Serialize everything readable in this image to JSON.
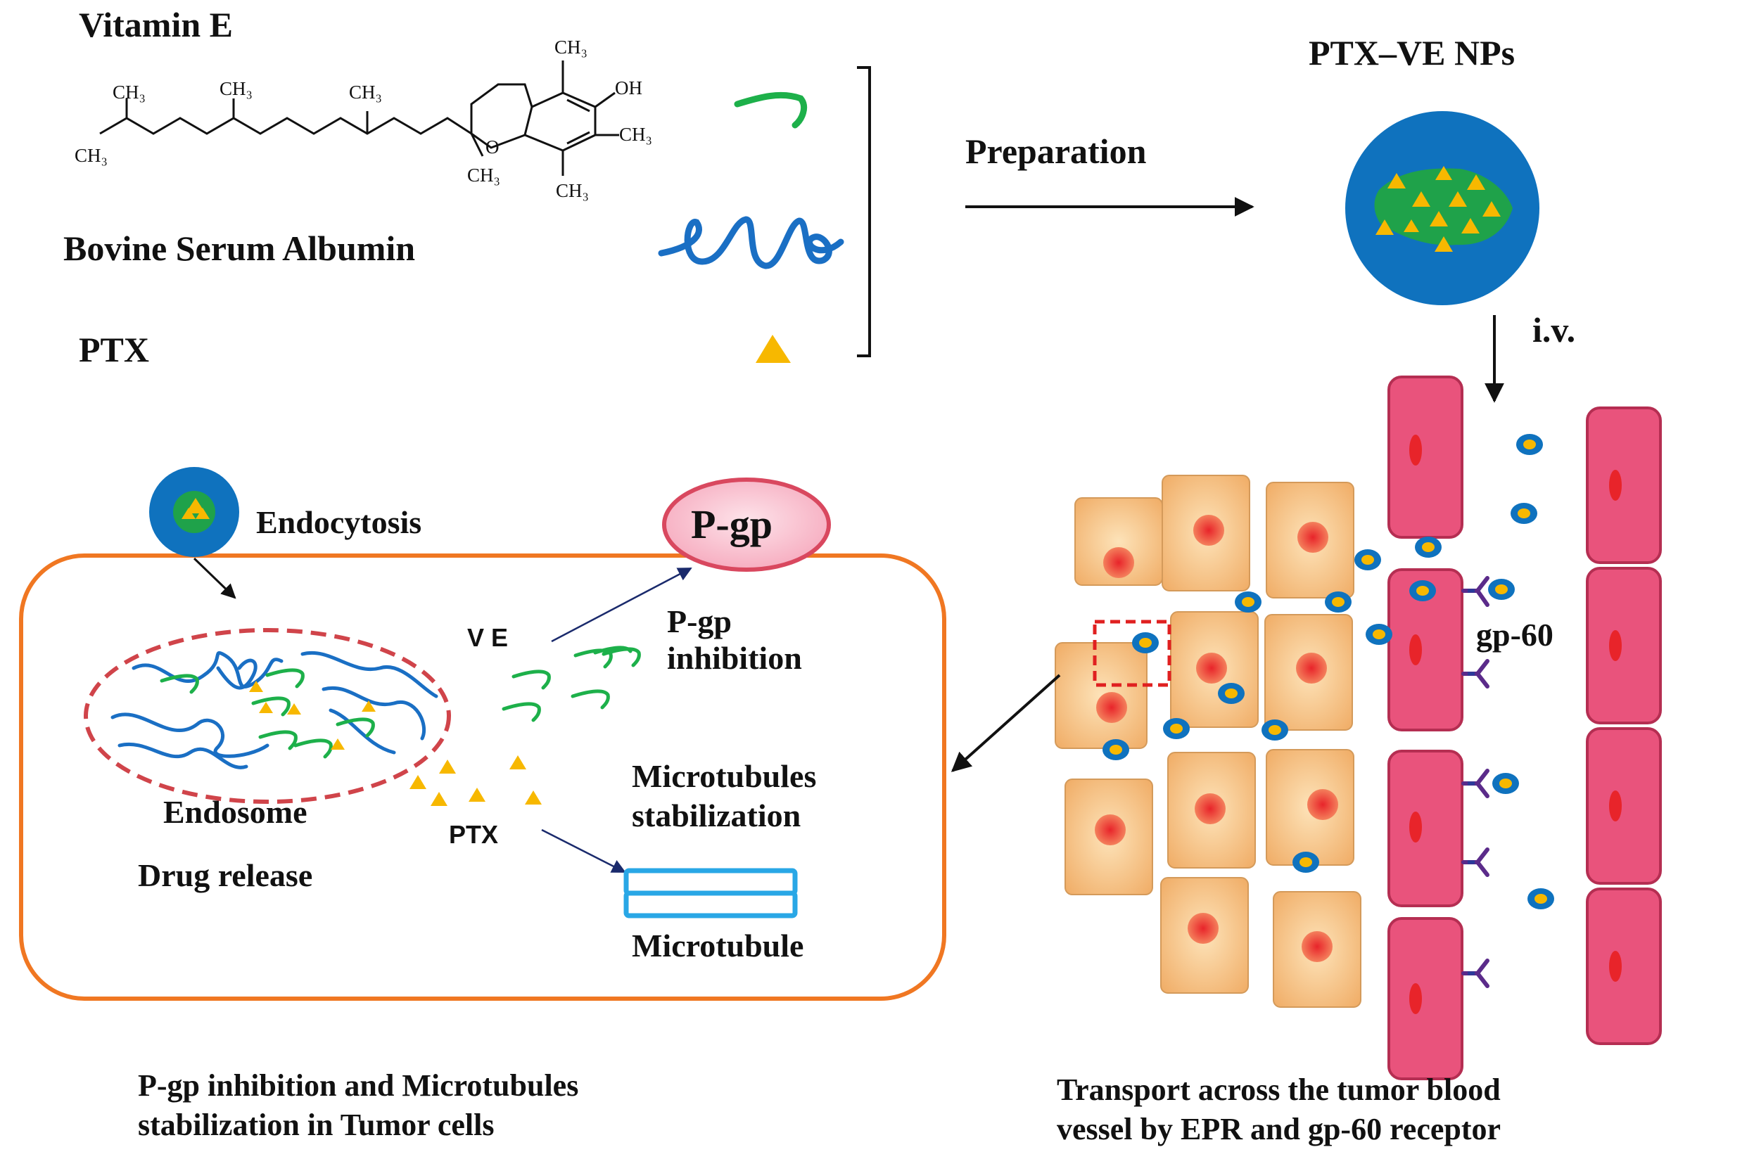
{
  "components": {
    "vitamin_e": "Vitamin  E",
    "bsa": "Bovine Serum  Albumin",
    "ptx": "PTX"
  },
  "chem": {
    "ch3": "CH₃",
    "oh": "OH",
    "o": "O"
  },
  "preparation": "Preparation",
  "nanoparticle": "PTX–VE  NPs",
  "iv": "i.v.",
  "cell": {
    "endocytosis": "Endocytosis",
    "pgp": "P-gp",
    "pgp_inhibition": [
      "P-gp",
      "inhibition"
    ],
    "ve": "V  E",
    "ptx": "PTX",
    "endosome": "Endosome",
    "drug_release": "Drug release",
    "microtubules_stabilization": [
      "Microtubules",
      "stabilization"
    ],
    "microtubule": "Microtubule"
  },
  "vessel": {
    "gp60": "gp-60"
  },
  "captions": {
    "left": [
      "P-gp inhibition  and Microtubules",
      "stabilization in Tumor cells"
    ],
    "right": [
      "Transport across the tumor blood",
      "vessel  by EPR  and gp-60 receptor"
    ]
  },
  "colors": {
    "vitamin_e": "#1db04a",
    "albumin": "#1a6fc4",
    "ptx": "#f7b800",
    "cell_membrane": "#f07722",
    "endosome": "#d0444a",
    "pgp_fill": "#f9c6d4",
    "vessel_cell": "#e9537c",
    "tumor_cell": "#f4b876",
    "microtubule": "#29a7e6",
    "gp60_receptor": "#5b2b8a"
  }
}
